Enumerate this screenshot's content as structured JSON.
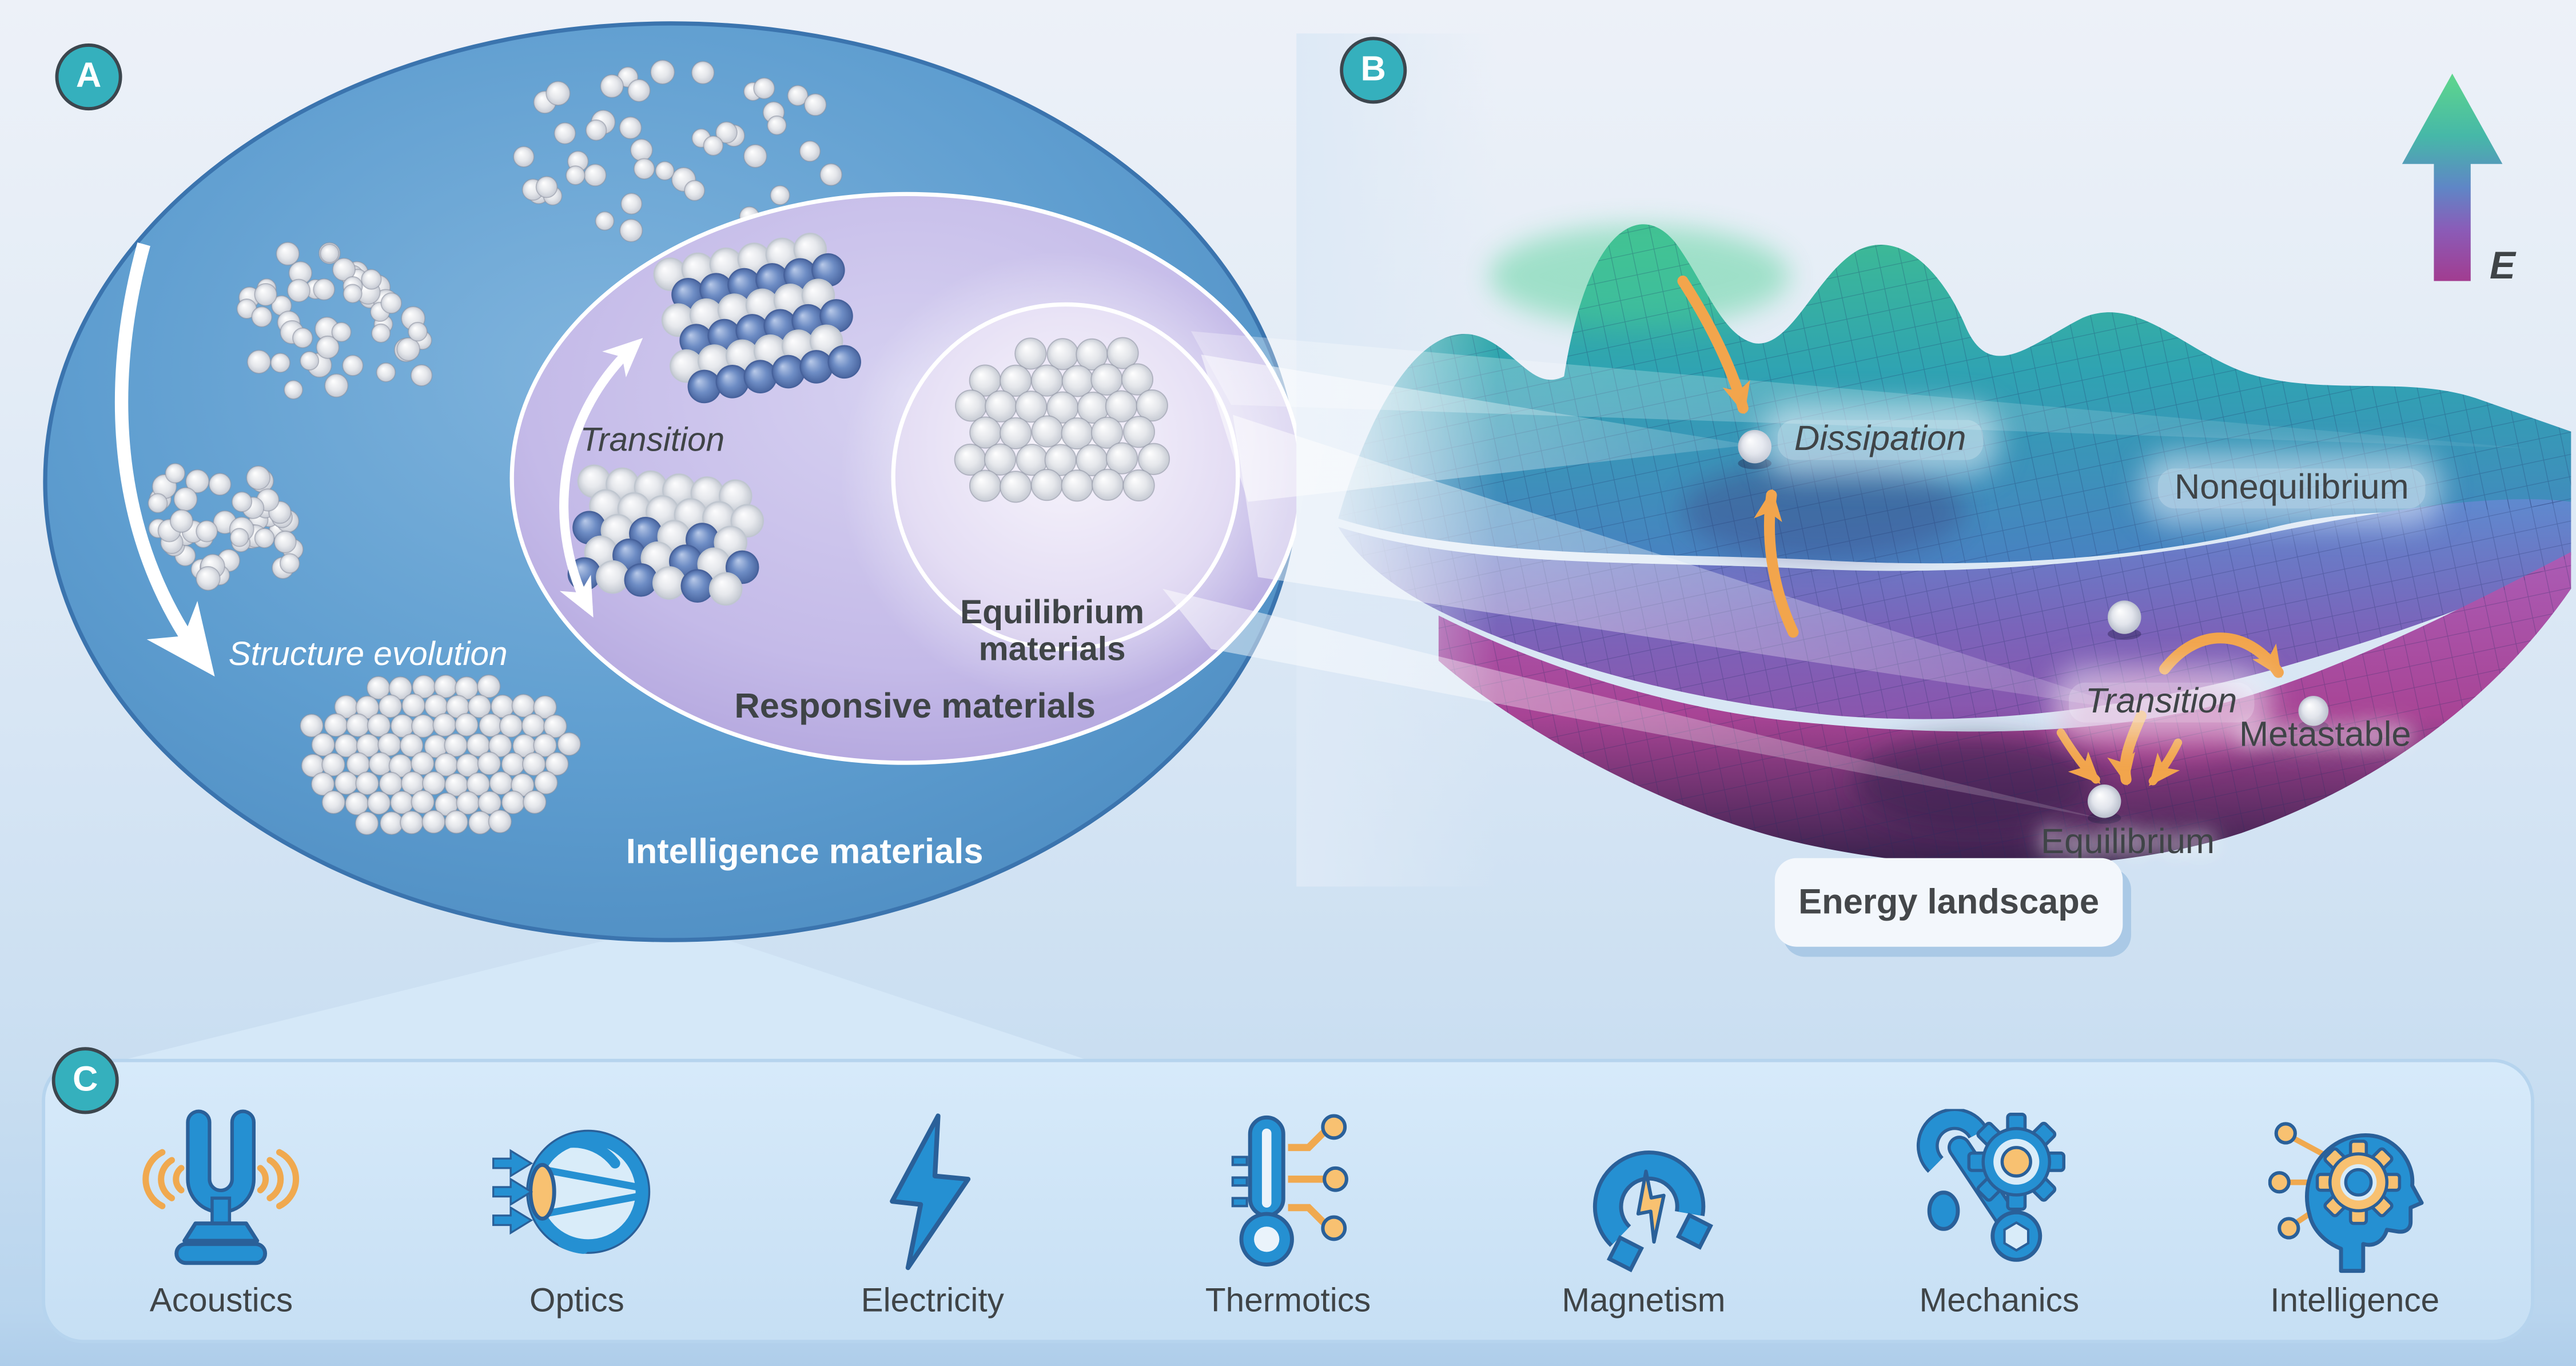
{
  "panels": {
    "a": "A",
    "b": "B",
    "c": "C"
  },
  "panel_a": {
    "structure_evolution": "Structure evolution",
    "transition": "Transition",
    "equilibrium_materials": "Equilibrium materials",
    "responsive_materials": "Responsive materials",
    "intelligence_materials": "Intelligence materials"
  },
  "panel_b": {
    "dissipation": "Dissipation",
    "nonequilibrium": "Nonequilibrium",
    "transition": "Transition",
    "metastable": "Metastable",
    "equilibrium": "Equilibrium",
    "energy_landscape": "Energy landscape",
    "energy_axis": "E"
  },
  "panel_c": {
    "items": [
      {
        "label": "Acoustics",
        "icon": "tuning-fork-icon"
      },
      {
        "label": "Optics",
        "icon": "eye-icon"
      },
      {
        "label": "Electricity",
        "icon": "lightning-icon"
      },
      {
        "label": "Thermotics",
        "icon": "thermometer-circuit-icon"
      },
      {
        "label": "Magnetism",
        "icon": "magnet-icon"
      },
      {
        "label": "Mechanics",
        "icon": "gear-wrench-icon"
      },
      {
        "label": "Intelligence",
        "icon": "head-gear-icon"
      }
    ]
  },
  "colors": {
    "badge_teal": "#35b0bd",
    "icon_blue": "#2590d2",
    "icon_outline": "#2a6099",
    "icon_orange": "#f8c171",
    "arrow_orange": "#f2a54c",
    "text_dark": "#3f4447",
    "surface_green": "#41c08d",
    "surface_purple": "#8f51a9",
    "band_blue": "#cde4f6"
  }
}
